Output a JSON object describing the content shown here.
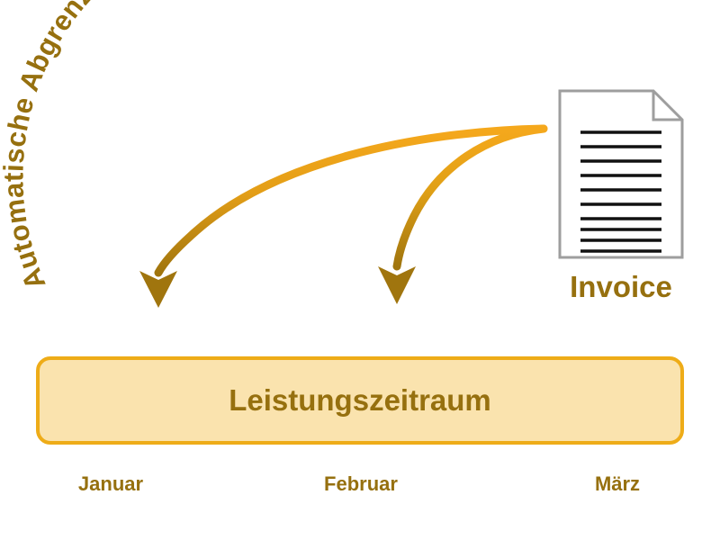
{
  "diagram": {
    "title_arc": "Automatische Abgrenzungsbuchungen",
    "period_box": {
      "label": "Leistungszeitraum",
      "fill_color": "#FAE3AE",
      "border_color": "#EEAC18",
      "text_color": "#96700F"
    },
    "months": [
      {
        "label": "Januar"
      },
      {
        "label": "Februar"
      },
      {
        "label": "März"
      }
    ],
    "document": {
      "label": "Invoice",
      "outline_color": "#9E9E9E",
      "line_color": "#111111",
      "line_count": 10
    },
    "arrows": [
      {
        "name": "arrow-to-januar",
        "target": "Januar"
      },
      {
        "name": "arrow-to-februar",
        "target": "Februar"
      }
    ],
    "colors": {
      "accent_gold": "#EEAC18",
      "deep_gold": "#96700F",
      "arrow_start": "#F5A81C",
      "arrow_end": "#A0750E",
      "background": "#FFFFFF"
    }
  }
}
